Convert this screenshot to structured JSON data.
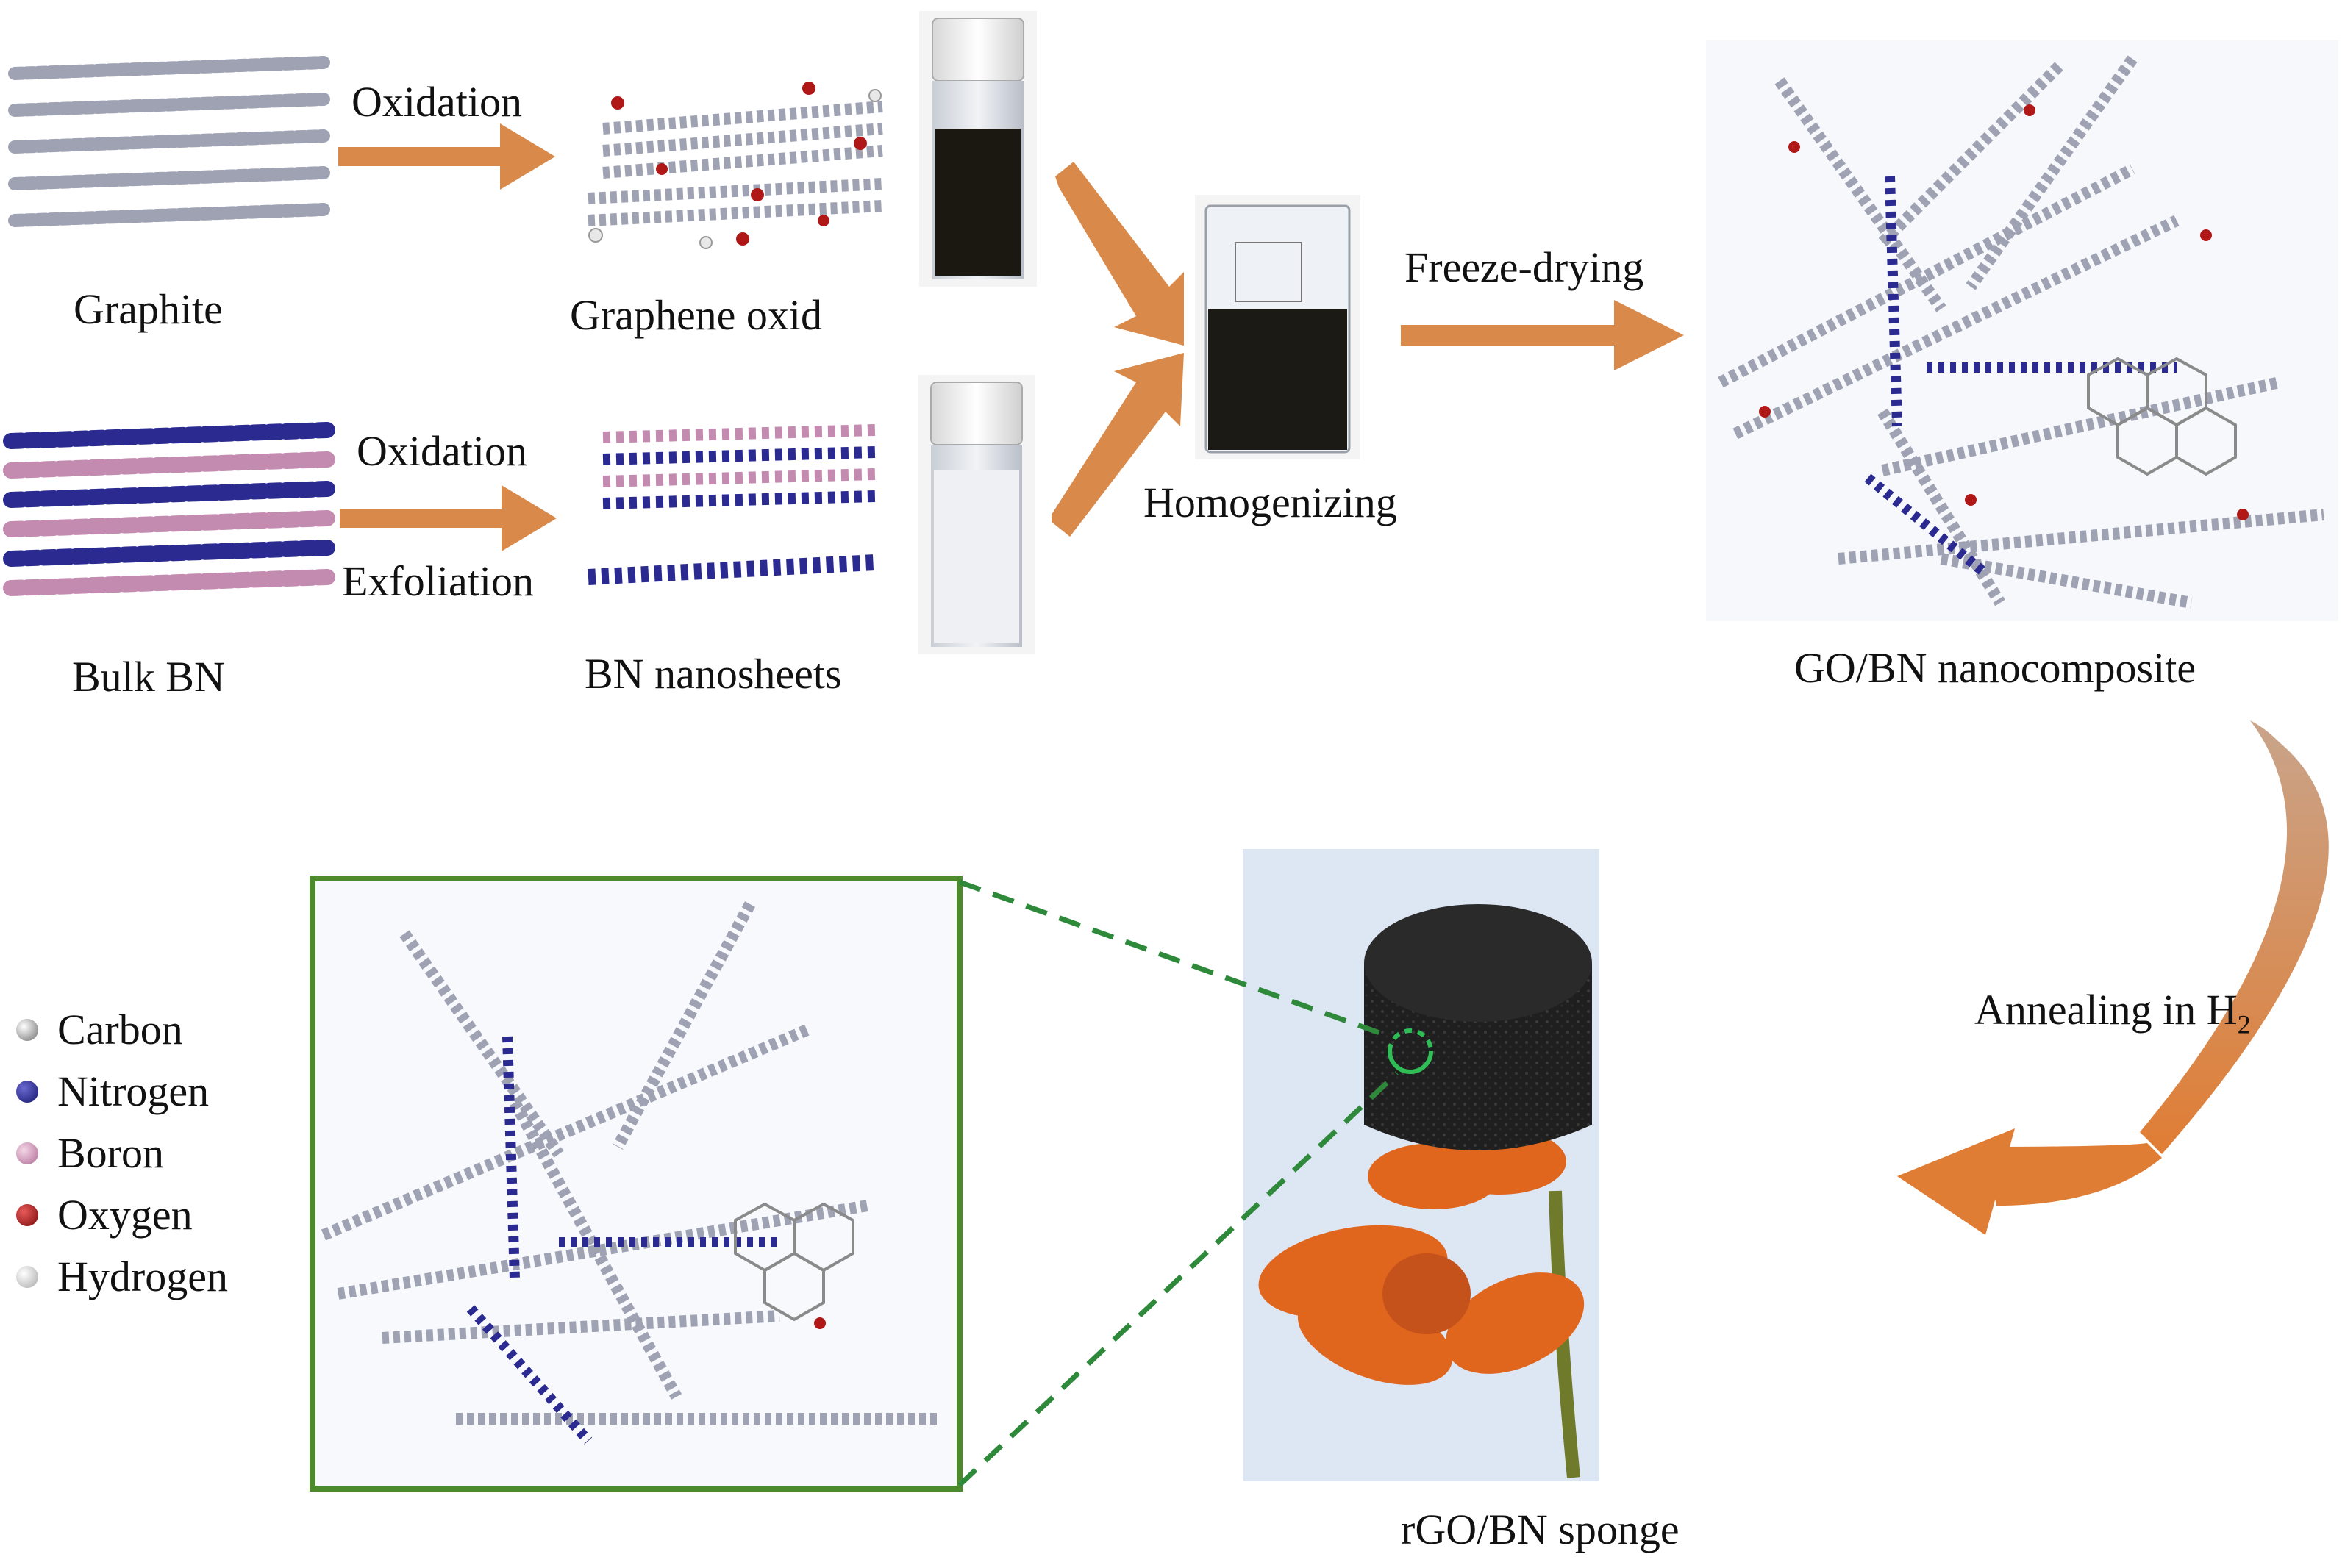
{
  "labels": {
    "graphite": "Graphite",
    "oxidation_top": "Oxidation",
    "graphene_oxid": "Graphene oxid",
    "bulk_bn": "Bulk BN",
    "oxidation_bottom": "Oxidation",
    "exfoliation": "Exfoliation",
    "bn_nanosheets": "BN nanosheets",
    "homogenizing": "Homogenizing",
    "freeze_drying": "Freeze-drying",
    "go_bn": "GO/BN nanocomposite",
    "annealing_prefix": "Annealing in H",
    "annealing_subscript": "2",
    "rgo_bn": "rGO/BN sponge"
  },
  "legend": [
    {
      "name": "Carbon",
      "color": "#8e8e8e"
    },
    {
      "name": "Nitrogen",
      "color": "#1c1c8c"
    },
    {
      "name": "Boron",
      "color": "#c47aa6"
    },
    {
      "name": "Oxygen",
      "color": "#a01010"
    },
    {
      "name": "Hydrogen",
      "color": "#e0e0e0"
    }
  ],
  "colors": {
    "arrow": "#d98a4a",
    "carbon": "#9ea2b2",
    "nitrogen": "#2a2a90",
    "boron": "#c48bb0",
    "oxygen": "#b01818",
    "zoom_frame": "#4d8a2e",
    "zoom_dash": "#2e8a3a",
    "sponge": "#1e1e1e",
    "flower": "#e0661e",
    "photo_bg": "#dde6f3"
  }
}
